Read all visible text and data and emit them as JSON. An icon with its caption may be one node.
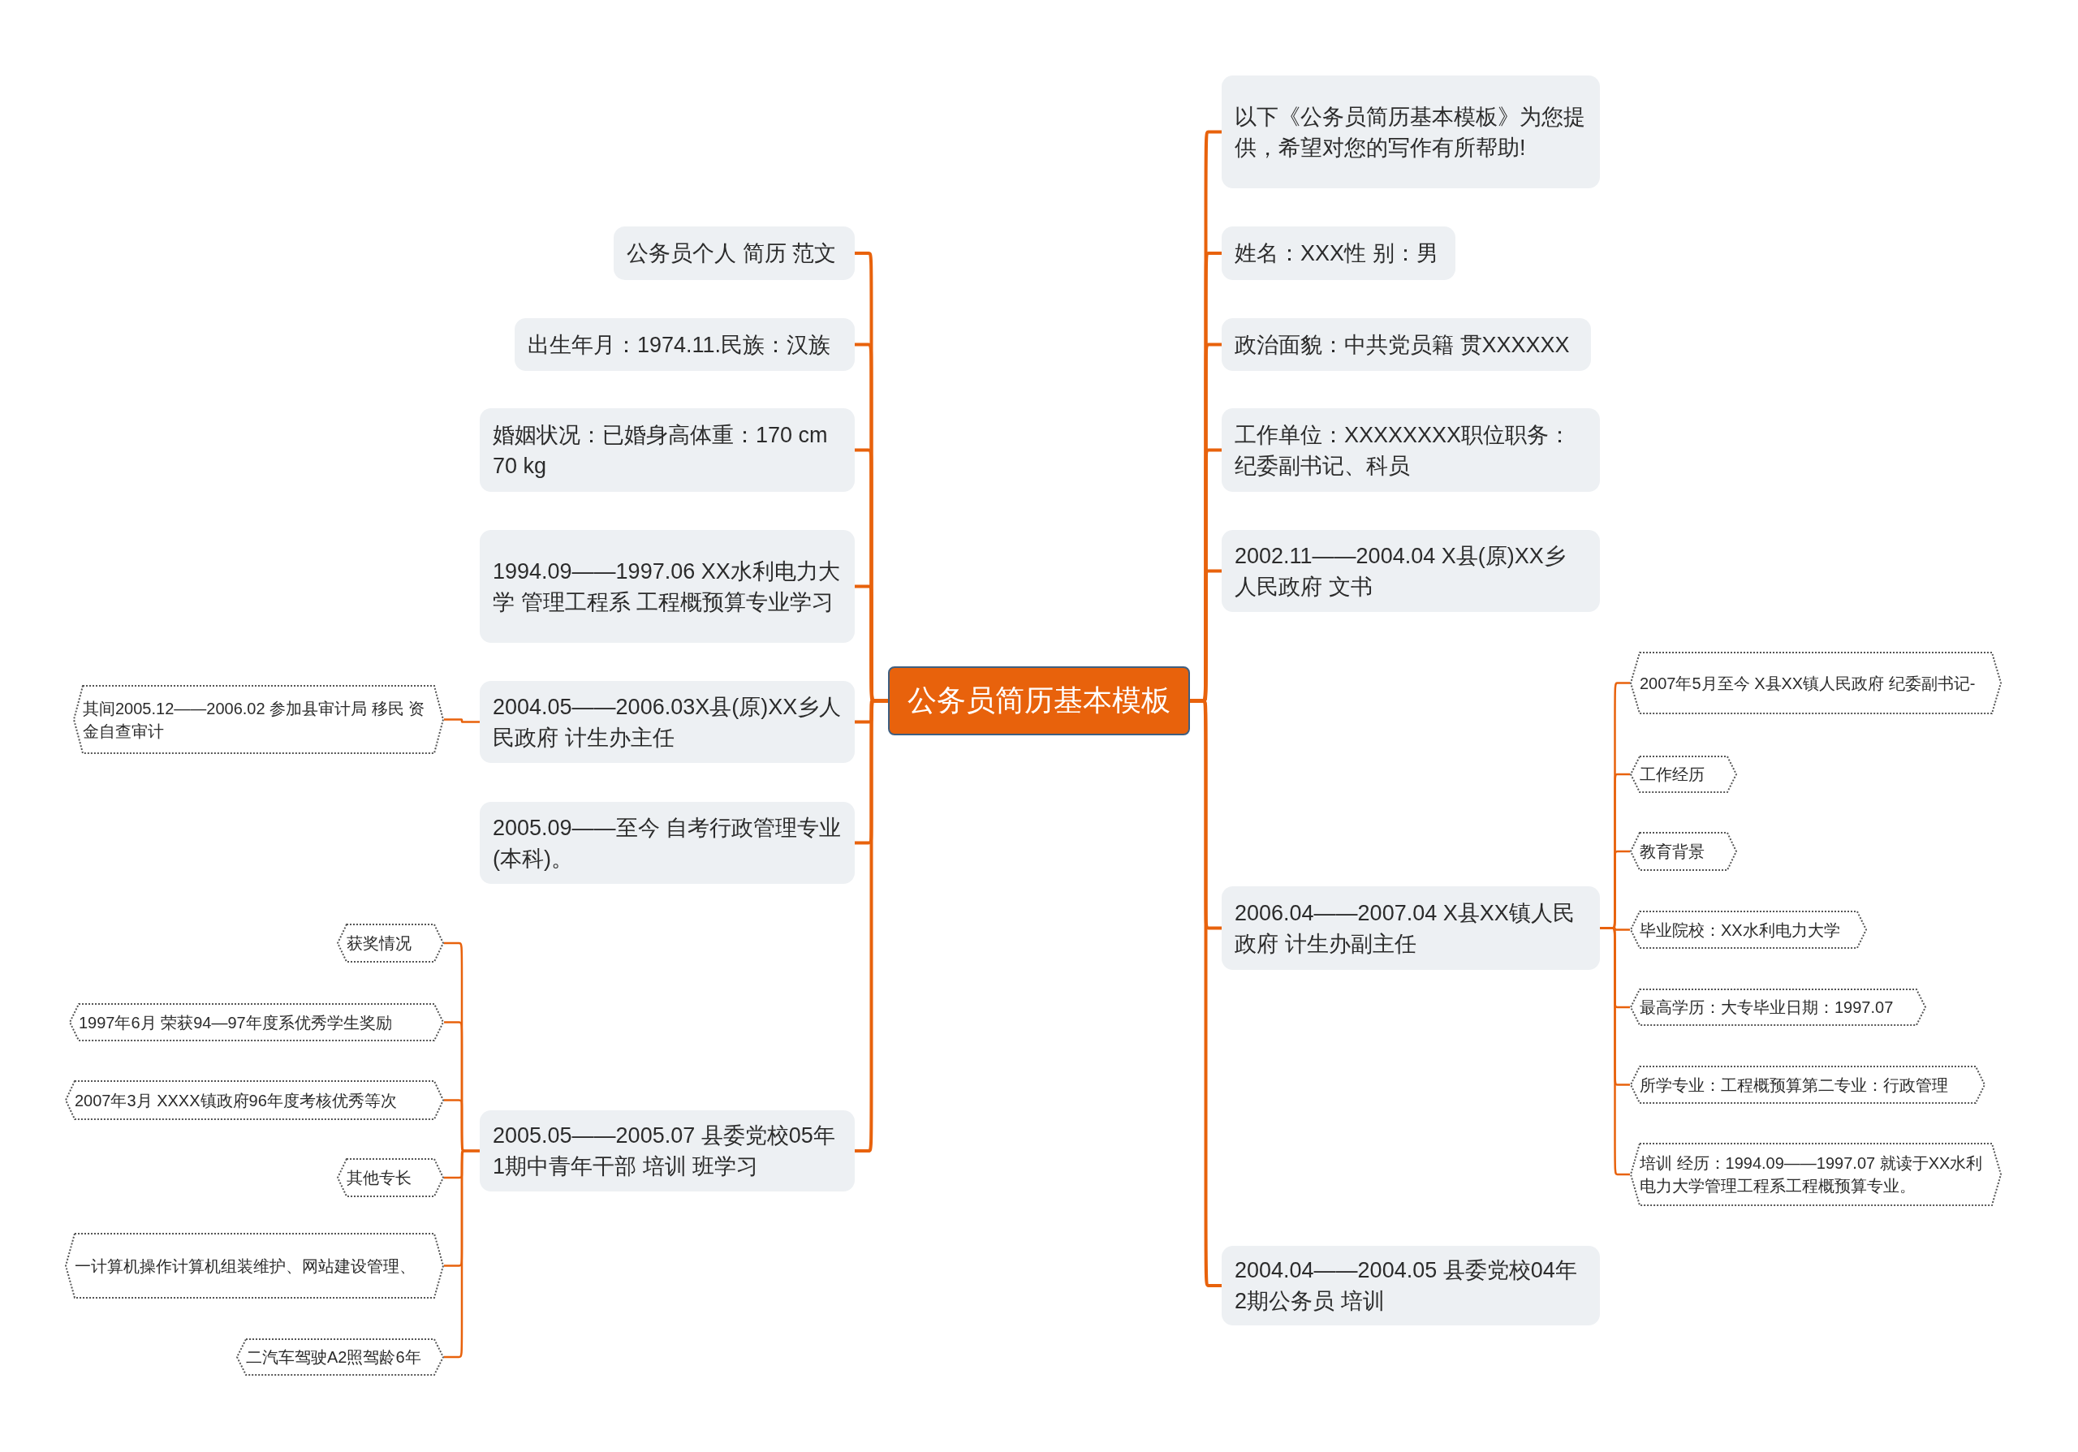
{
  "diagram": {
    "nodes": [
      {
        "text": [
          "公务员简历基本模板"
        ]
      },
      {
        "text": [
          "公务员个人 简历 范文"
        ]
      },
      {
        "text": [
          "出生年月：1974.11.民族：汉族"
        ]
      },
      {
        "text": [
          "婚姻状况：已婚身高体重：170 cm 70 kg"
        ]
      },
      {
        "text": [
          "1994.09——1997.06 XX水利电力大学 管理工程系 工程概预算专业学习"
        ]
      },
      {
        "text": [
          "2004.05——2006.03X县(原)XX乡人民政府 计生办主任"
        ]
      },
      {
        "text": [
          "其间2005.12——2006.02 参加县审计局 移民 资金自查审计"
        ]
      },
      {
        "text": [
          "2005.09——至今 自考行政管理专业(本科)。"
        ]
      },
      {
        "text": [
          "2005.05——2005.07 县委党校05年1期中青年干部 培训 班学习"
        ]
      },
      {
        "text": [
          "获奖情况"
        ]
      },
      {
        "text": [
          "1997年6月 荣获94—97年度系优秀学生奖励"
        ]
      },
      {
        "text": [
          "2007年3月 XXXX镇政府96年度考核优秀等次"
        ]
      },
      {
        "text": [
          "其他专长"
        ]
      },
      {
        "text": [
          "一计算机操作计算机组装维护、网站建设管理、"
        ]
      },
      {
        "text": [
          "二汽车驾驶A2照驾龄6年"
        ]
      },
      {
        "text": [
          "以下《公务员简历基本模板》为您提供，希望对您的写作有所帮助!"
        ]
      },
      {
        "text": [
          "姓名：XXX性 别：男"
        ]
      },
      {
        "text": [
          "政治面貌：中共党员籍 贯XXXXXX"
        ]
      },
      {
        "text": [
          "工作单位：XXXXXXXX职位职务：纪委副书记、科员"
        ]
      },
      {
        "text": [
          "2002.11——2004.04 X县(原)XX乡人民政府 文书"
        ]
      },
      {
        "text": [
          "2006.04——2007.04 X县XX镇人民政府 计生办副主任"
        ]
      },
      {
        "text": [
          "2007年5月至今 X县XX镇人民政府  纪委副书记-"
        ]
      },
      {
        "text": [
          "工作经历"
        ]
      },
      {
        "text": [
          "教育背景"
        ]
      },
      {
        "text": [
          "毕业院校：XX水利电力大学"
        ]
      },
      {
        "text": [
          "最高学历：大专毕业日期：1997.07"
        ]
      },
      {
        "text": [
          "所学专业：工程概预算第二专业：行政管理"
        ]
      },
      {
        "text": [
          "培训 经历：1994.09——1997.07 就读于XX水利电力大学管理工程系工程概预算专业。"
        ]
      },
      {
        "text": [
          "2004.04——2004.05 县委党校04年2期公务员 培训"
        ]
      }
    ],
    "edges": [
      {
        "from": 0,
        "to": 1,
        "arrow": "none"
      },
      {
        "from": 0,
        "to": 2,
        "arrow": "none"
      },
      {
        "from": 0,
        "to": 3,
        "arrow": "none"
      },
      {
        "from": 0,
        "to": 4,
        "arrow": "none"
      },
      {
        "from": 0,
        "to": 5,
        "arrow": "none"
      },
      {
        "from": 5,
        "to": 6,
        "arrow": "none"
      },
      {
        "from": 0,
        "to": 7,
        "arrow": "none"
      },
      {
        "from": 0,
        "to": 8,
        "arrow": "none"
      },
      {
        "from": 8,
        "to": 9,
        "arrow": "none"
      },
      {
        "from": 8,
        "to": 10,
        "arrow": "none"
      },
      {
        "from": 8,
        "to": 11,
        "arrow": "none"
      },
      {
        "from": 8,
        "to": 12,
        "arrow": "none"
      },
      {
        "from": 8,
        "to": 13,
        "arrow": "none"
      },
      {
        "from": 8,
        "to": 14,
        "arrow": "none"
      },
      {
        "from": 0,
        "to": 15,
        "arrow": "none"
      },
      {
        "from": 0,
        "to": 16,
        "arrow": "none"
      },
      {
        "from": 0,
        "to": 17,
        "arrow": "none"
      },
      {
        "from": 0,
        "to": 18,
        "arrow": "none"
      },
      {
        "from": 0,
        "to": 19,
        "arrow": "none"
      },
      {
        "from": 0,
        "to": 20,
        "arrow": "none"
      },
      {
        "from": 20,
        "to": 21,
        "arrow": "none"
      },
      {
        "from": 20,
        "to": 22,
        "arrow": "none"
      },
      {
        "from": 20,
        "to": 23,
        "arrow": "none"
      },
      {
        "from": 20,
        "to": 24,
        "arrow": "none"
      },
      {
        "from": 20,
        "to": 25,
        "arrow": "none"
      },
      {
        "from": 20,
        "to": 26,
        "arrow": "none"
      },
      {
        "from": 20,
        "to": 27,
        "arrow": "none"
      },
      {
        "from": 0,
        "to": 28,
        "arrow": "none"
      }
    ]
  }
}
